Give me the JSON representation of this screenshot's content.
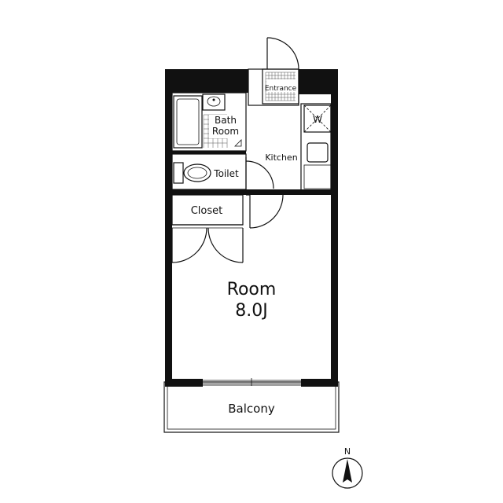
{
  "floorplan": {
    "rooms": {
      "entrance": "Entrance",
      "bath_line1": "Bath",
      "bath_line2": "Room",
      "kitchen": "Kitchen",
      "toilet": "Toilet",
      "closet": "Closet",
      "room_name": "Room",
      "room_size": "8.0J",
      "balcony": "Balcony",
      "washer": "W"
    },
    "compass": {
      "north": "N"
    }
  }
}
